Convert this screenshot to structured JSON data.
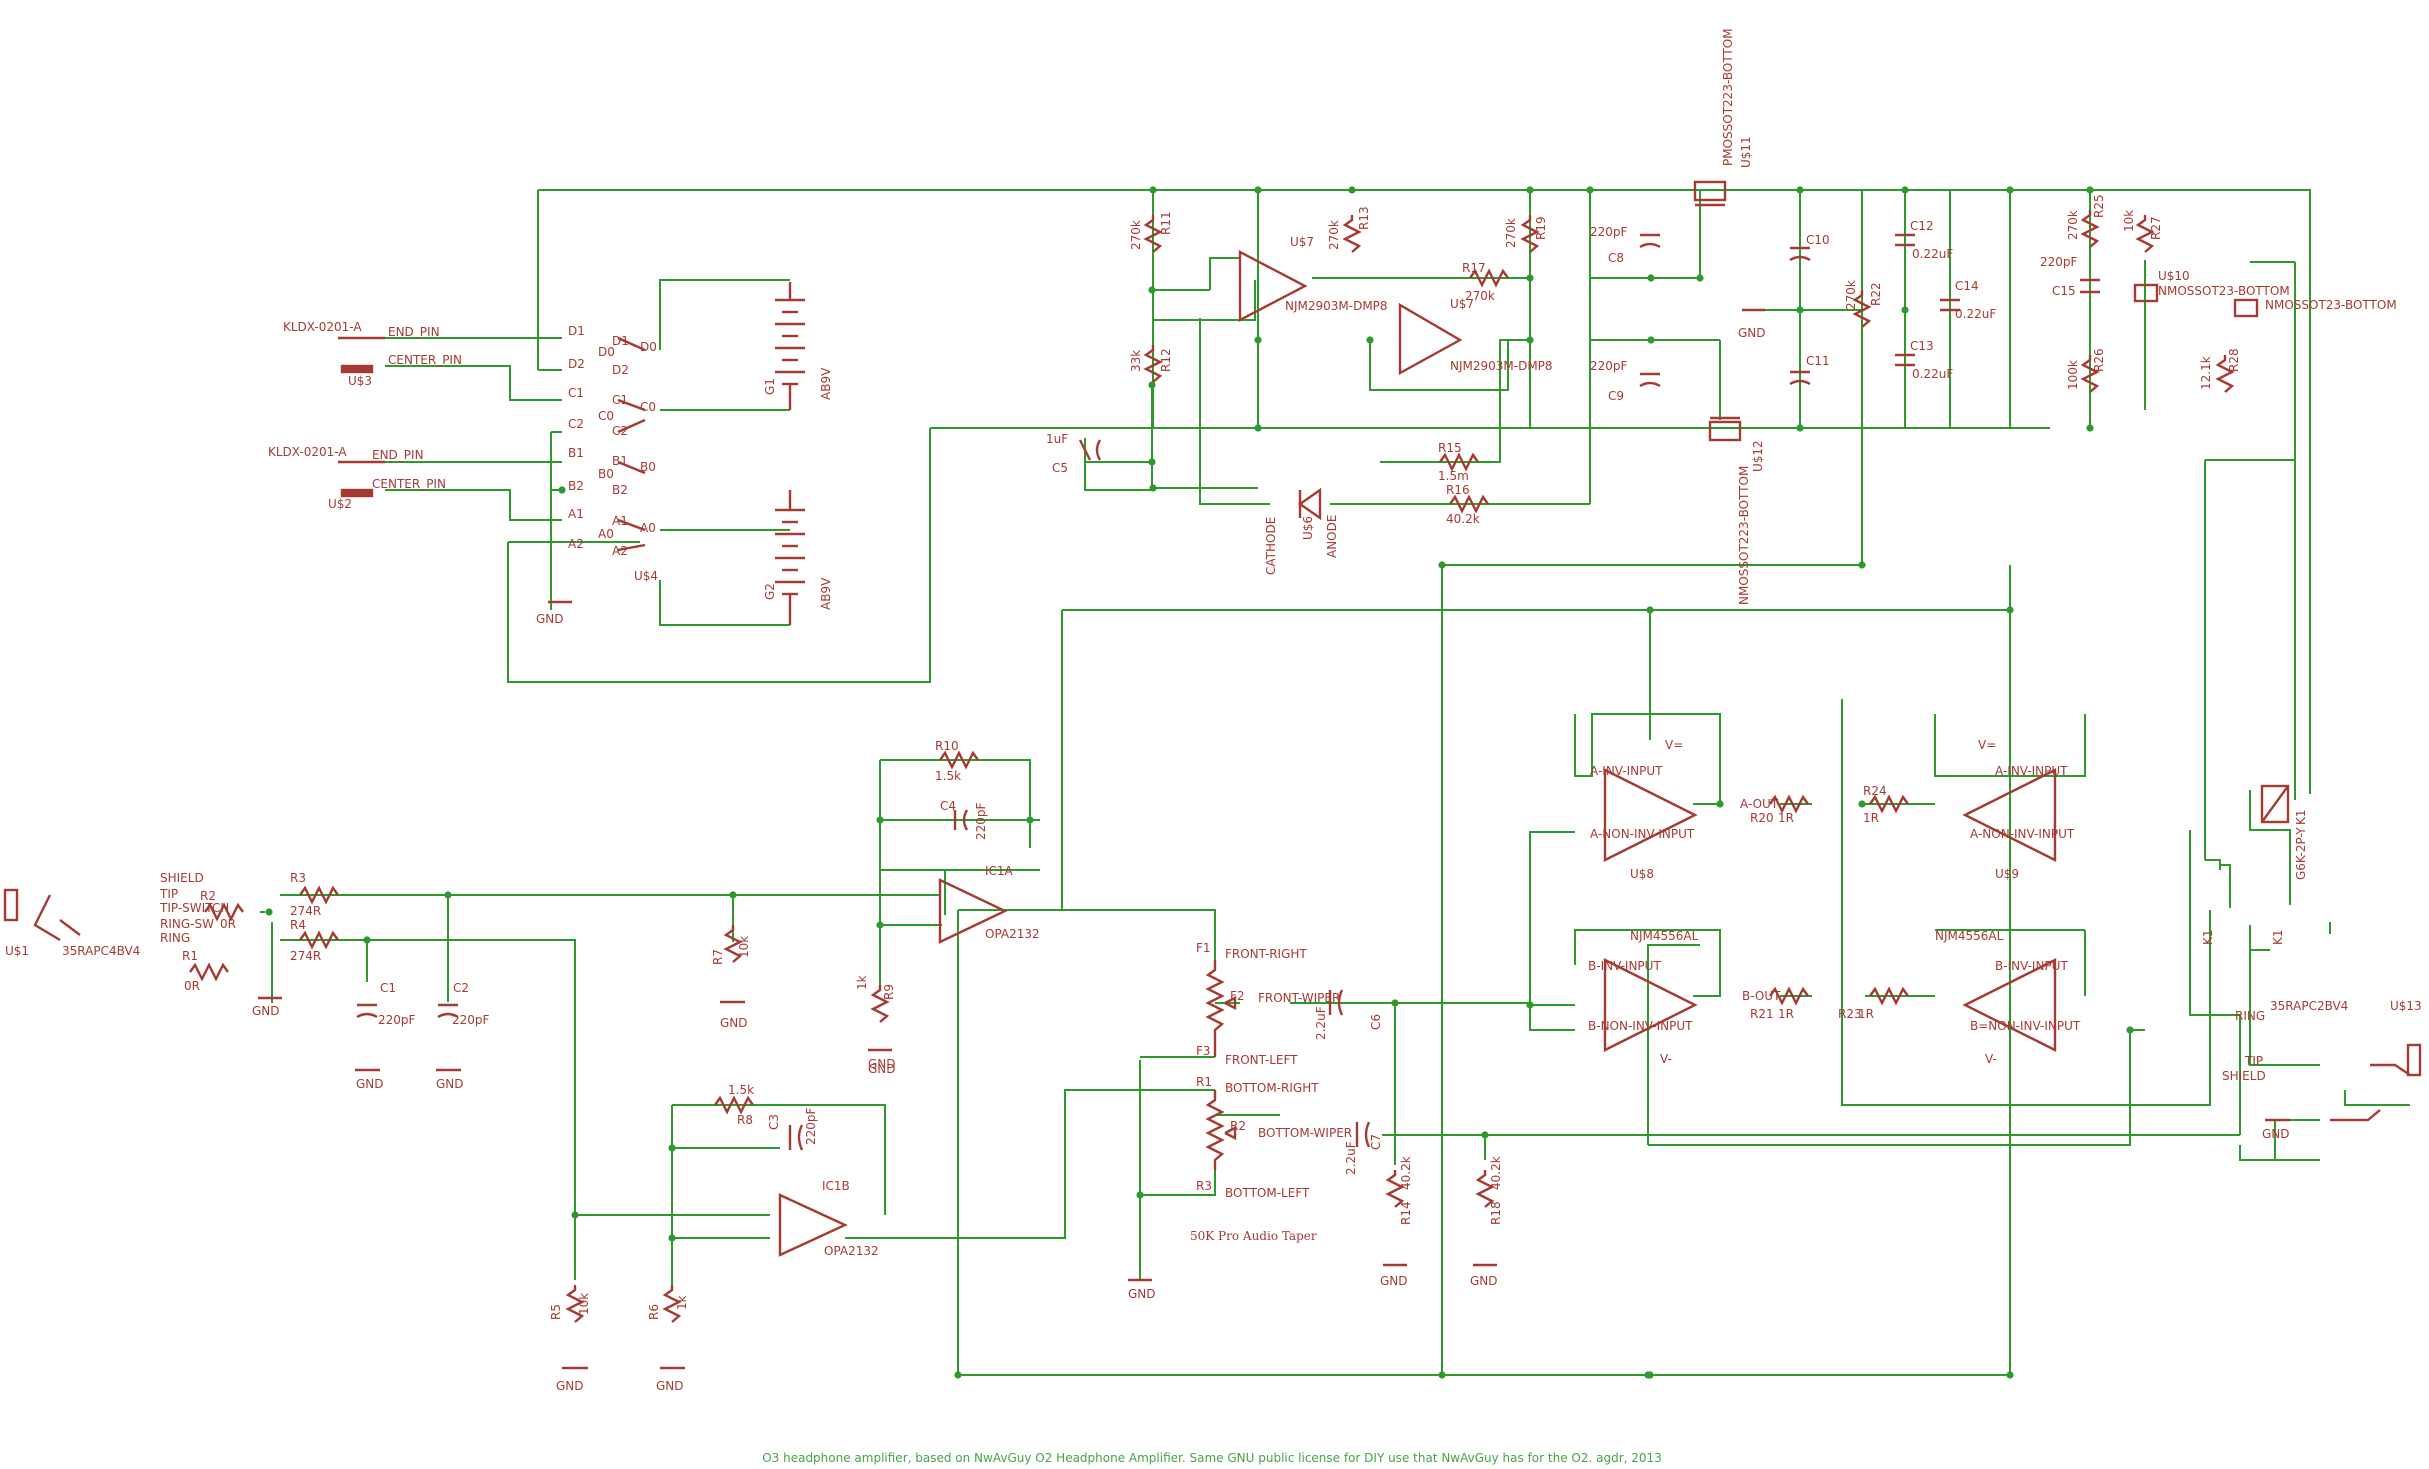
{
  "footer": "O3 headphone amplifier, based on NwAvGuy O2 Headphone Amplifier.  Same GNU public license for DIY use that NwAvGuy has for the O2.  agdr, 2013",
  "annotation": "50K Pro Audio Taper",
  "colors": {
    "wire": "#2e9a2e",
    "symbol": "#a53a32",
    "footer": "#47a347"
  },
  "labels": [
    "KLDX-0201-A",
    "KLDX-0201-A",
    "U$3",
    "U$2",
    "END_PIN",
    "END_PIN",
    "CENTER_PIN",
    "CENTER_PIN",
    "D1",
    "D0",
    "D2",
    "D1",
    "D0",
    "D2",
    "C1",
    "C0",
    "C2",
    "C1",
    "C0",
    "C2",
    "B1",
    "B0",
    "B2",
    "B1",
    "B0",
    "B2",
    "A1",
    "A0",
    "A2",
    "A1",
    "A0",
    "A2",
    "U$4",
    "GND",
    "G1",
    "AB9V",
    "G2",
    "AB9V",
    "270k",
    "R11",
    "33k",
    "R12",
    "270k",
    "R13",
    "U$7",
    "NJM2903M-DMP8",
    "NJM2903M-DMP8",
    "U$7",
    "R17",
    "270k",
    "270k",
    "R19",
    "220pF",
    "C8",
    "220pF",
    "C9",
    "R15",
    "1.5m",
    "R16",
    "40.2k",
    "CATHODE",
    "ANODE",
    "U$6",
    "1uF",
    "C5",
    "PMOSSOT223-BOTTOM",
    "U$11",
    "NMOSSOT223-BOTTOM",
    "U$12",
    "C10",
    "C11",
    "GND",
    "270k",
    "R22",
    "C12",
    "0.22uF",
    "C13",
    "0.22uF",
    "C14",
    "0.22uF",
    "270k",
    "R25",
    "10k",
    "R27",
    "U$10",
    "NMOSSOT23-BOTTOM",
    "NMOSSOT23-BOTTOM",
    "220pF",
    "C15",
    "100k",
    "R26",
    "12.1k",
    "R28",
    "G6K-2P-Y",
    "K1",
    "SHIELD",
    "TIP",
    "TIP-SWITCH",
    "RING-SW",
    "RING",
    "U$1",
    "35RAPC4BV4",
    "R2",
    "0R",
    "R1",
    "0R",
    "R3",
    "274R",
    "R4",
    "274R",
    "C1",
    "220pF",
    "C2",
    "220pF",
    "GND",
    "GND",
    "GND",
    "GND",
    "R7",
    "10k",
    "GND",
    "R10",
    "1.5k",
    "C4",
    "220pF",
    "IC1A",
    "OPA2132",
    "1k",
    "R9",
    "GND",
    "1.5k",
    "R8",
    "C3",
    "220pF",
    "IC1B",
    "OPA2132",
    "R5",
    "10k",
    "GND",
    "R6",
    "1k",
    "GND",
    "F1",
    "FRONT-RIGHT",
    "F2",
    "FRONT-WIPER",
    "F3",
    "FRONT-LEFT",
    "C6",
    "2.2uF",
    "R1",
    "BOTTOM-RIGHT",
    "R2",
    "BOTTOM-WIPER",
    "R3",
    "BOTTOM-LEFT",
    "C7",
    "2.2uF",
    "GND",
    "R14",
    "40.2k",
    "GND",
    "R18",
    "40.2k",
    "GND",
    "V=",
    "A-INV-INPUT",
    "A-NON-INV-INPUT",
    "A-OUT",
    "U$8",
    "R20",
    "1R",
    "R21",
    "1R",
    "NJM4556AL",
    "B-INV-INPUT",
    "B-NON-INV-INPUT",
    "B-OUT",
    "V-",
    "V=",
    "A-INV-INPUT",
    "A-NON-INV-INPUT",
    "U$9",
    "R24",
    "1R",
    "R23",
    "1R",
    "NJM4556AL",
    "B-INV-INPUT",
    "B=NON-INV-INPUT",
    "V-",
    "35RAPC2BV4",
    "U$13",
    "RING",
    "TIP",
    "SHIELD",
    "GND",
    "K1",
    "K1"
  ]
}
